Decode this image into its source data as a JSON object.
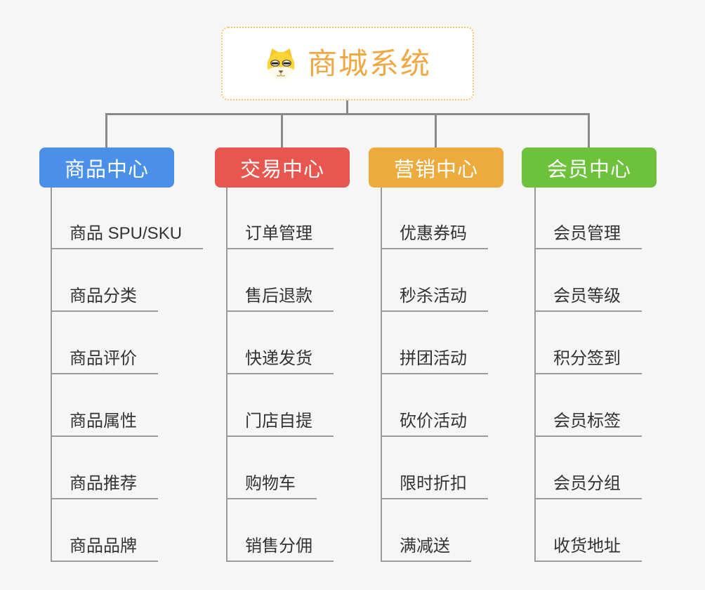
{
  "root": {
    "title": "商城系统",
    "icon": "dog-face-icon",
    "title_color": "#f0a843",
    "border_color": "#f4c572"
  },
  "connector_color": "#8a8a8a",
  "leaf_line_color": "#9b9b9b",
  "branches": [
    {
      "label": "商品中心",
      "color": "#4a90e9",
      "items": [
        "商品 SPU/SKU",
        "商品分类",
        "商品评价",
        "商品属性",
        "商品推荐",
        "商品品牌"
      ]
    },
    {
      "label": "交易中心",
      "color": "#e7564f",
      "items": [
        "订单管理",
        "售后退款",
        "快递发货",
        "门店自提",
        "购物车",
        "销售分佣"
      ]
    },
    {
      "label": "营销中心",
      "color": "#eeab3d",
      "items": [
        "优惠券码",
        "秒杀活动",
        "拼团活动",
        "砍价活动",
        "限时折扣",
        "满减送"
      ]
    },
    {
      "label": "会员中心",
      "color": "#6dc13b",
      "items": [
        "会员管理",
        "会员等级",
        "积分签到",
        "会员标签",
        "会员分组",
        "收货地址"
      ]
    }
  ]
}
